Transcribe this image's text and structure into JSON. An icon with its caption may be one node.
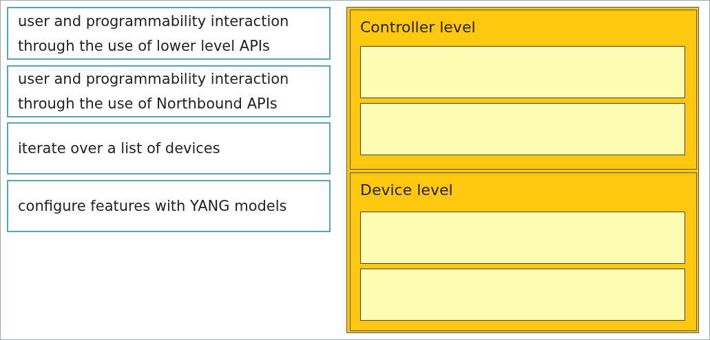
{
  "diagram": {
    "nodes": [
      {
        "text": [
          "user and programmability interaction through the use of lower level APIs"
        ]
      },
      {
        "text": [
          "user and programmability interaction through the use of Northbound APIs"
        ]
      },
      {
        "text": [
          "iterate over a list of devices"
        ]
      },
      {
        "text": [
          "configure features with YANG models"
        ]
      },
      {
        "text": [
          "Controller level"
        ]
      },
      {
        "text": [],
        "shape": "box",
        "in": 4
      },
      {
        "text": [],
        "shape": "box",
        "in": 4
      },
      {
        "text": [
          "Device level"
        ]
      },
      {
        "text": [],
        "shape": "box",
        "in": 7
      },
      {
        "text": [],
        "shape": "box",
        "in": 7
      }
    ]
  }
}
